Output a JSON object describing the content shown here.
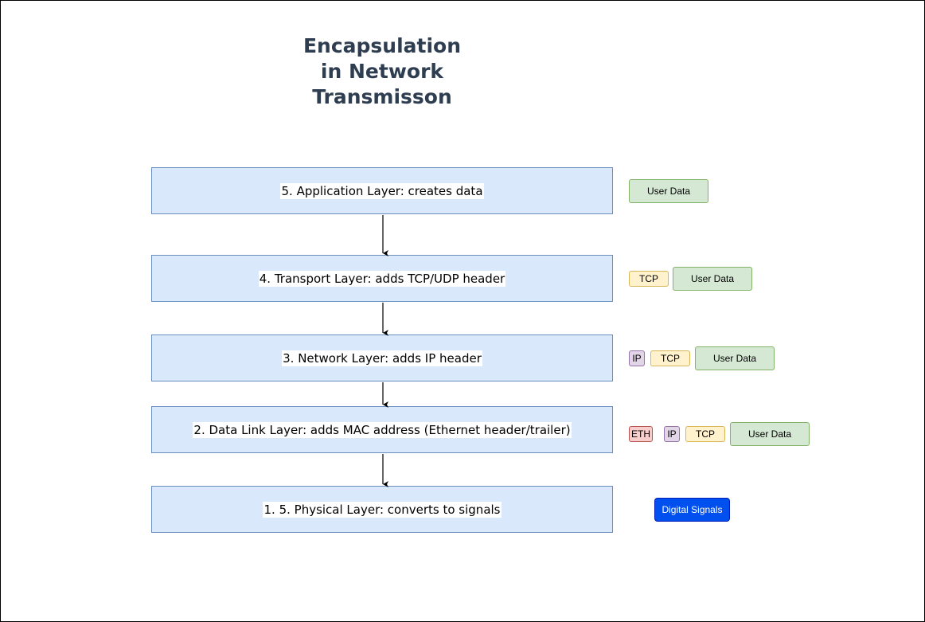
{
  "title": {
    "line1": "Encapsulation",
    "line2": "in Network",
    "line3": "Transmisson"
  },
  "layers": {
    "l5": "5. Application Layer: creates data",
    "l4": "4. Transport Layer: adds TCP/UDP header",
    "l3": "3. Network Layer: adds IP header",
    "l2": "2. Data Link Layer: adds MAC address (Ethernet header/trailer)",
    "l1": "1. 5. Physical Layer: converts to signals"
  },
  "chips": {
    "user_data": "User Data",
    "tcp": "TCP",
    "ip": "IP",
    "eth": "ETH",
    "digital_signals": "Digital Signals"
  },
  "colors": {
    "layer_fill": "#dae8fc",
    "layer_border": "#6c8ebf",
    "user_data_fill": "#d5e8d4",
    "tcp_fill": "#fff2cc",
    "ip_fill": "#e1d5e7",
    "eth_fill": "#f8cecc",
    "signal_fill": "#0050ef",
    "title": "#2e3e50"
  }
}
